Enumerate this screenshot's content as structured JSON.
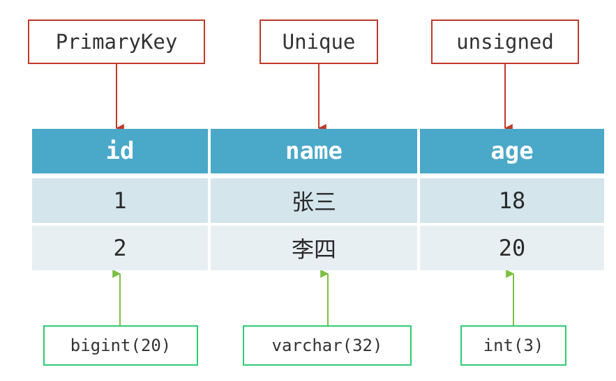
{
  "constraints": {
    "top": [
      "PrimaryKey",
      "Unique",
      "unsigned"
    ],
    "bottom": [
      "bigint(20)",
      "varchar(32)",
      "int(3)"
    ]
  },
  "table": {
    "headers": [
      "id",
      "name",
      "age"
    ],
    "rows": [
      [
        "1",
        "张三",
        "18"
      ],
      [
        "2",
        "李四",
        "20"
      ]
    ]
  },
  "colors": {
    "top_box_border": "#c0392b",
    "bottom_box_border": "#2ecc71",
    "header_bg": "#4aa8c8",
    "row1_bg": "#d4e5ec",
    "row2_bg": "#e8eff3"
  }
}
